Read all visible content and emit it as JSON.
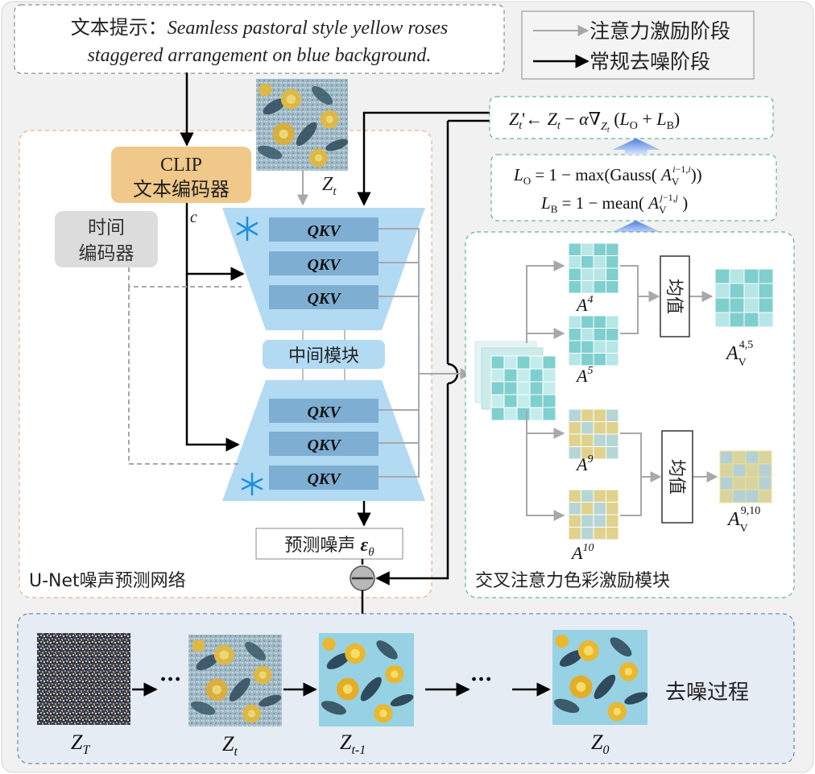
{
  "prompt": {
    "label": "文本提示：",
    "line1": "Seamless pastoral style yellow roses",
    "line2": "staggered arrangement on blue background."
  },
  "legend": {
    "attention": "注意力激励阶段",
    "denoise": "常规去噪阶段",
    "attention_color": "#a8a8a8",
    "denoise_color": "#000000"
  },
  "clip": {
    "line1": "CLIP",
    "line2": "文本编码器",
    "color": "#f0c88a"
  },
  "cond_label": "c",
  "time_encoder": {
    "line1": "时间",
    "line2": "编码器",
    "color": "#dcdcdc"
  },
  "unet": {
    "title": "U-Net噪声预测网络",
    "qkv_label": "QKV",
    "middle_block": "中间模块",
    "noise_pred_label": "预测噪声",
    "noise_pred_symbol": "εθ",
    "blue_light": "#b2daf3",
    "blue_dark": "#7eaed2"
  },
  "image_labels": {
    "zt_top": "Zt",
    "sequence": [
      "ZT",
      "Zt",
      "Zt-1",
      "Z0"
    ]
  },
  "formulas": {
    "update": "Zt' ← Zt − α∇Zt (LO + LB)",
    "lo": "LO = 1 − max(Gauss( AVi−1,i ))",
    "lb": "LB = 1 − mean( AVj−1,j )"
  },
  "attention_module": {
    "title": "交叉注意力色彩激励模块",
    "maps": [
      "A4",
      "A5",
      "A9",
      "A10"
    ],
    "mean_label": "均值",
    "outputs": [
      "AV4,5",
      "AV9,10"
    ],
    "teal_color": "#7fcfcf",
    "yellow_color": "#e0d28c"
  },
  "denoise": {
    "title": "去噪过程",
    "dots": "···"
  }
}
